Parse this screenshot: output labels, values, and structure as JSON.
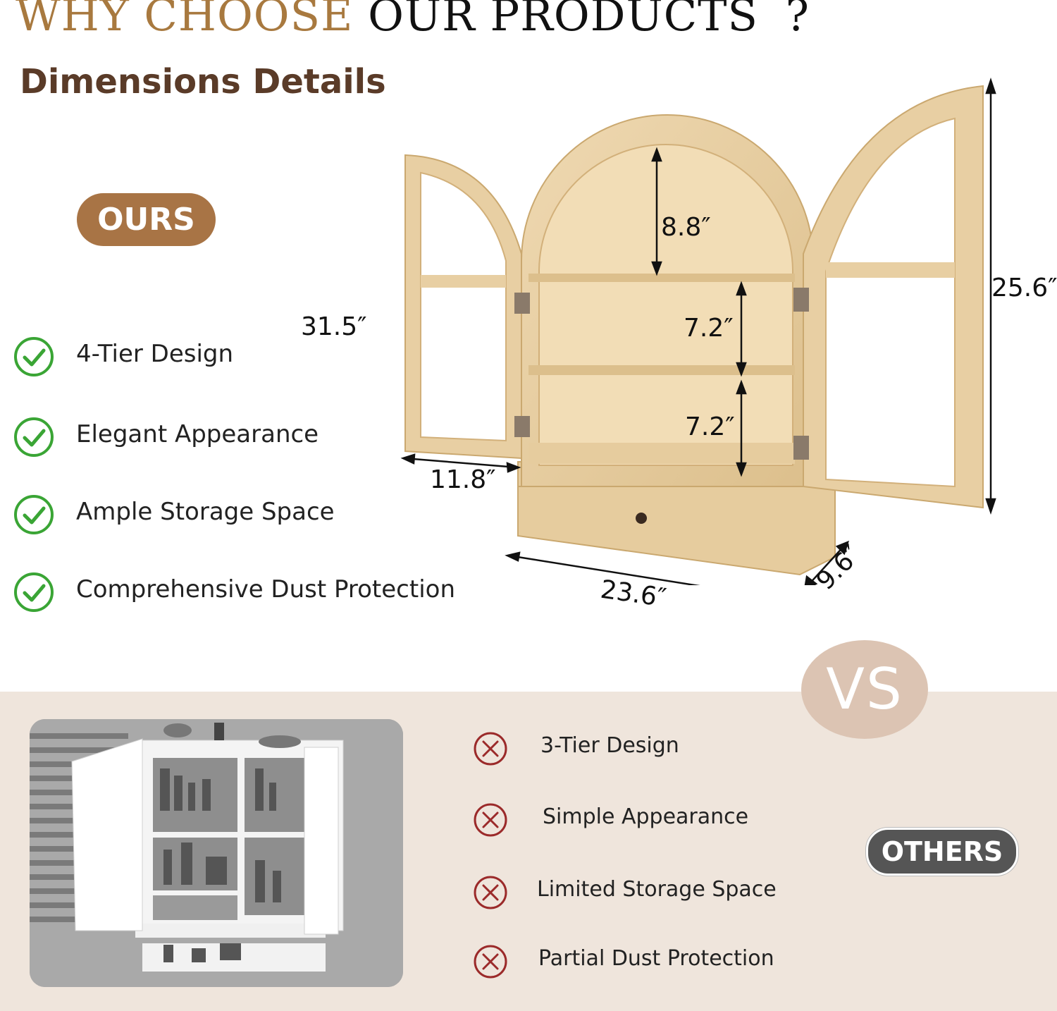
{
  "header": {
    "headline_part1": "WHY CHOOSE",
    "headline_part2": "OUR PRODUCTS",
    "headline_mark": "?",
    "subtitle": "Dimensions Details"
  },
  "ours": {
    "label": "OURS",
    "features": [
      {
        "icon": "check-circle-icon",
        "label": "4-Tier Design"
      },
      {
        "icon": "check-circle-icon",
        "label": "Elegant Appearance"
      },
      {
        "icon": "check-circle-icon",
        "label": "Ample Storage Space"
      },
      {
        "icon": "check-circle-icon",
        "label": "Comprehensive Dust Protection"
      }
    ]
  },
  "dimensions": {
    "total_height": "31.5″",
    "door_height": "25.6″",
    "arch_height": "8.8″",
    "shelf_height_1": "7.2″",
    "shelf_height_2": "7.2″",
    "door_width": "11.8″",
    "total_width": "23.6″",
    "depth": "9.6″"
  },
  "comparison": {
    "vs_label": "VS"
  },
  "others": {
    "label": "OTHERS",
    "drawbacks": [
      {
        "icon": "x-circle-icon",
        "label": "3-Tier Design"
      },
      {
        "icon": "x-circle-icon",
        "label": "Simple Appearance"
      },
      {
        "icon": "x-circle-icon",
        "label": "Limited Storage Space"
      },
      {
        "icon": "x-circle-icon",
        "label": "Partial Dust Protection"
      }
    ]
  },
  "colors": {
    "gold": "#a8793f",
    "brown_dark": "#5a3b28",
    "pill_ours": "#a87445",
    "check_green": "#3aa535",
    "cross_red": "#9b2a2a",
    "wood": "#e8cfa3",
    "band_bg": "#efe5dc",
    "vs_bg": "#dcc4b3",
    "pill_others": "#555555"
  }
}
